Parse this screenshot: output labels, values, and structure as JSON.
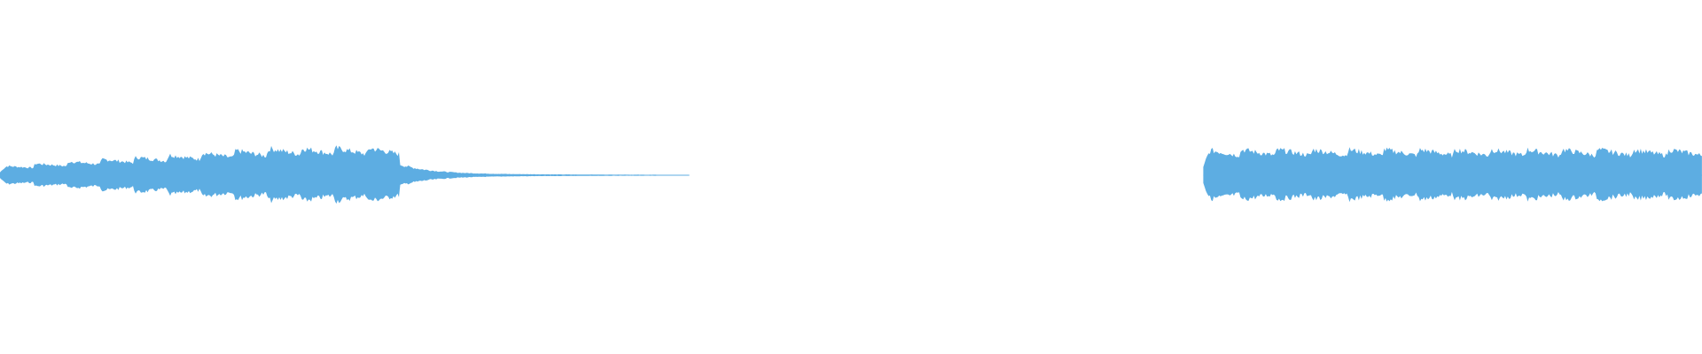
{
  "waveform": {
    "color": "#5dade2",
    "background": "#ffffff",
    "segments": [
      {
        "name": "segment-left",
        "start_fraction": 0.0,
        "end_fraction": 0.405,
        "pulse_count": 12,
        "peak_level": 0.9,
        "tail": "decay"
      },
      {
        "name": "segment-right",
        "start_fraction": 0.707,
        "end_fraction": 1.0,
        "pulse_count": 14,
        "peak_level": 0.85,
        "tail": "none"
      }
    ]
  }
}
